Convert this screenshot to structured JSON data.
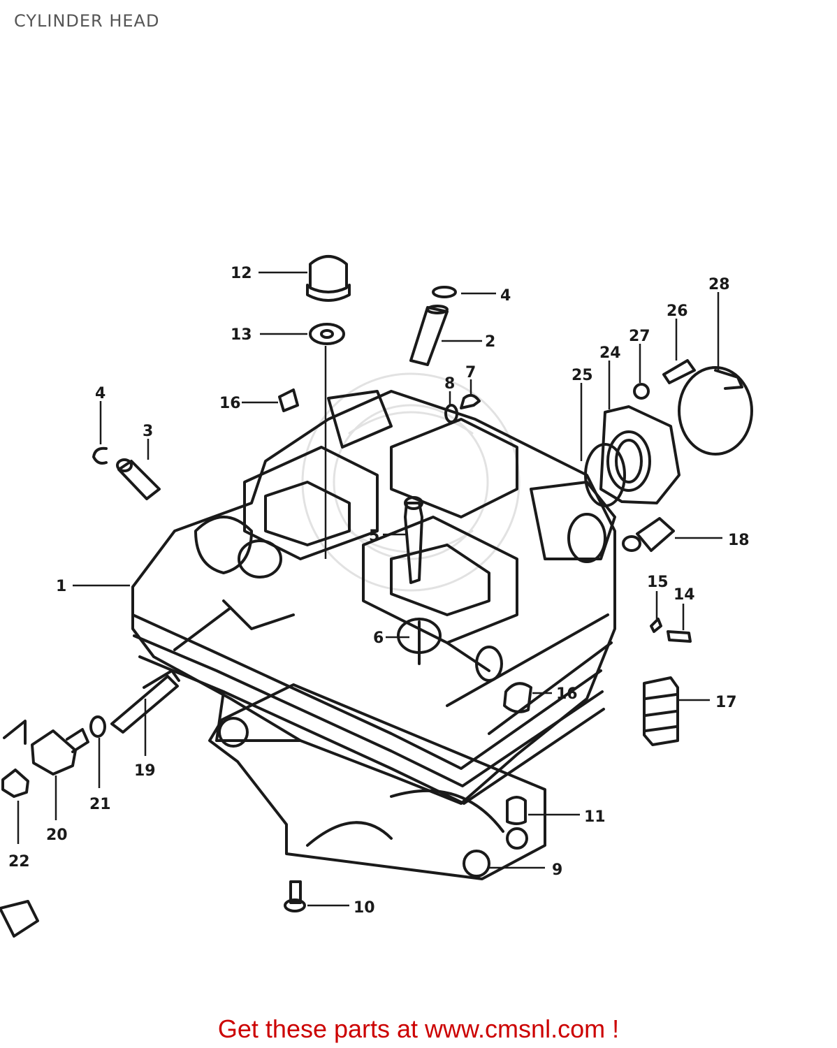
{
  "title": "CYLINDER HEAD",
  "footer": {
    "link_text": "Get these parts at www.cmsnl.com !"
  },
  "colors": {
    "accent": "#cc0000",
    "ink": "#1a1a1a",
    "title": "#555555"
  },
  "callouts": [
    "12",
    "4",
    "13",
    "2",
    "28",
    "26",
    "27",
    "24",
    "25",
    "7",
    "8",
    "16",
    "4",
    "3",
    "5",
    "18",
    "1",
    "15",
    "14",
    "6",
    "16",
    "17",
    "19",
    "21",
    "20",
    "22",
    "11",
    "9",
    "10"
  ]
}
